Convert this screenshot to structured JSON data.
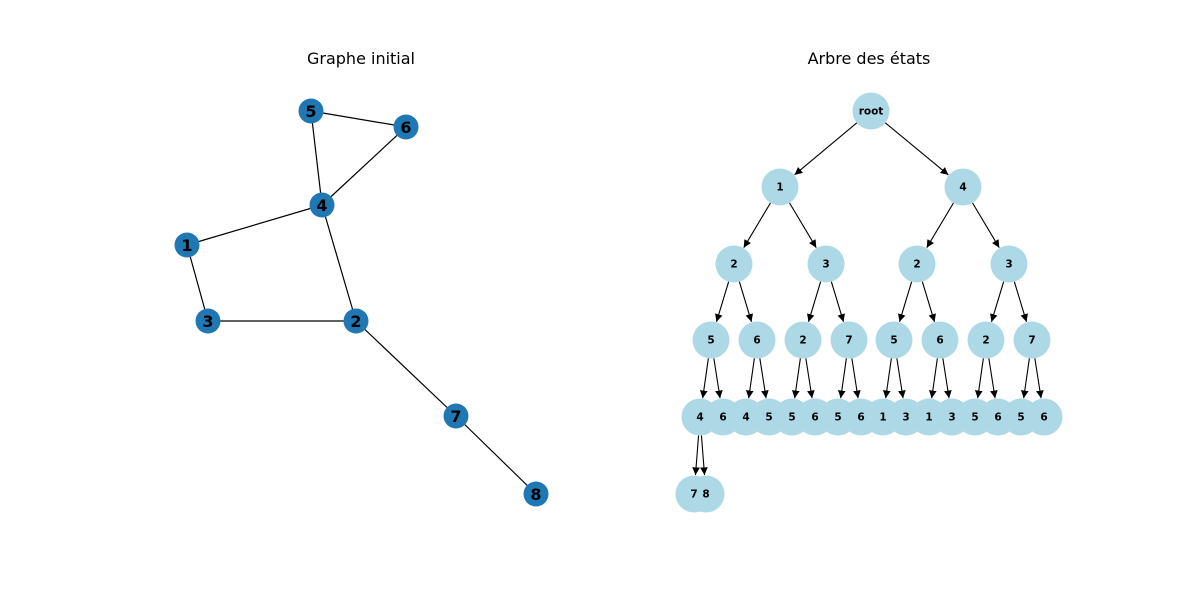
{
  "left_panel": {
    "title": "Graphe initial",
    "node_color": "#1f77b4",
    "nodes": [
      {
        "id": "1",
        "label": "1"
      },
      {
        "id": "2",
        "label": "2"
      },
      {
        "id": "3",
        "label": "3"
      },
      {
        "id": "4",
        "label": "4"
      },
      {
        "id": "5",
        "label": "5"
      },
      {
        "id": "6",
        "label": "6"
      },
      {
        "id": "7",
        "label": "7"
      },
      {
        "id": "8",
        "label": "8"
      }
    ],
    "edges": [
      [
        "5",
        "6"
      ],
      [
        "5",
        "4"
      ],
      [
        "6",
        "4"
      ],
      [
        "4",
        "1"
      ],
      [
        "4",
        "2"
      ],
      [
        "1",
        "3"
      ],
      [
        "3",
        "2"
      ],
      [
        "2",
        "7"
      ],
      [
        "7",
        "8"
      ]
    ]
  },
  "right_panel": {
    "title": "Arbre des états",
    "node_color": "#add8e6",
    "nodes": [
      {
        "id": "root",
        "label": "root"
      },
      {
        "id": "a1",
        "label": "1"
      },
      {
        "id": "a4",
        "label": "4"
      },
      {
        "id": "b2",
        "label": "2"
      },
      {
        "id": "b3",
        "label": "3"
      },
      {
        "id": "b2x",
        "label": "2"
      },
      {
        "id": "b3x",
        "label": "3"
      },
      {
        "id": "c5",
        "label": "5"
      },
      {
        "id": "c6",
        "label": "6"
      },
      {
        "id": "c2",
        "label": "2"
      },
      {
        "id": "c7",
        "label": "7"
      },
      {
        "id": "c5x",
        "label": "5"
      },
      {
        "id": "c6x",
        "label": "6"
      },
      {
        "id": "c2x",
        "label": "2"
      },
      {
        "id": "c7x",
        "label": "7"
      },
      {
        "id": "d1",
        "label": "4"
      },
      {
        "id": "d2",
        "label": "6"
      },
      {
        "id": "d3",
        "label": "4"
      },
      {
        "id": "d4",
        "label": "5"
      },
      {
        "id": "d5",
        "label": "5"
      },
      {
        "id": "d6",
        "label": "6"
      },
      {
        "id": "d7",
        "label": "5"
      },
      {
        "id": "d8",
        "label": "6"
      },
      {
        "id": "d9",
        "label": "1"
      },
      {
        "id": "d10",
        "label": "3"
      },
      {
        "id": "d11",
        "label": "1"
      },
      {
        "id": "d12",
        "label": "3"
      },
      {
        "id": "d13",
        "label": "5"
      },
      {
        "id": "d14",
        "label": "6"
      },
      {
        "id": "d15",
        "label": "5"
      },
      {
        "id": "d16",
        "label": "6"
      },
      {
        "id": "e7",
        "label": "7"
      },
      {
        "id": "e8",
        "label": "8"
      }
    ],
    "edges": [
      [
        "root",
        "a1"
      ],
      [
        "root",
        "a4"
      ],
      [
        "a1",
        "b2"
      ],
      [
        "a1",
        "b3"
      ],
      [
        "a4",
        "b2x"
      ],
      [
        "a4",
        "b3x"
      ],
      [
        "b2",
        "c5"
      ],
      [
        "b2",
        "c6"
      ],
      [
        "b3",
        "c2"
      ],
      [
        "b3",
        "c7"
      ],
      [
        "b2x",
        "c5x"
      ],
      [
        "b2x",
        "c6x"
      ],
      [
        "b3x",
        "c2x"
      ],
      [
        "b3x",
        "c7x"
      ],
      [
        "c5",
        "d1"
      ],
      [
        "c5",
        "d2"
      ],
      [
        "c6",
        "d3"
      ],
      [
        "c6",
        "d4"
      ],
      [
        "c2",
        "d5"
      ],
      [
        "c2",
        "d6"
      ],
      [
        "c7",
        "d7"
      ],
      [
        "c7",
        "d8"
      ],
      [
        "c5x",
        "d9"
      ],
      [
        "c5x",
        "d10"
      ],
      [
        "c6x",
        "d11"
      ],
      [
        "c6x",
        "d12"
      ],
      [
        "c2x",
        "d13"
      ],
      [
        "c2x",
        "d14"
      ],
      [
        "c7x",
        "d15"
      ],
      [
        "c7x",
        "d16"
      ],
      [
        "d1",
        "e7"
      ],
      [
        "d1",
        "e8"
      ]
    ]
  }
}
